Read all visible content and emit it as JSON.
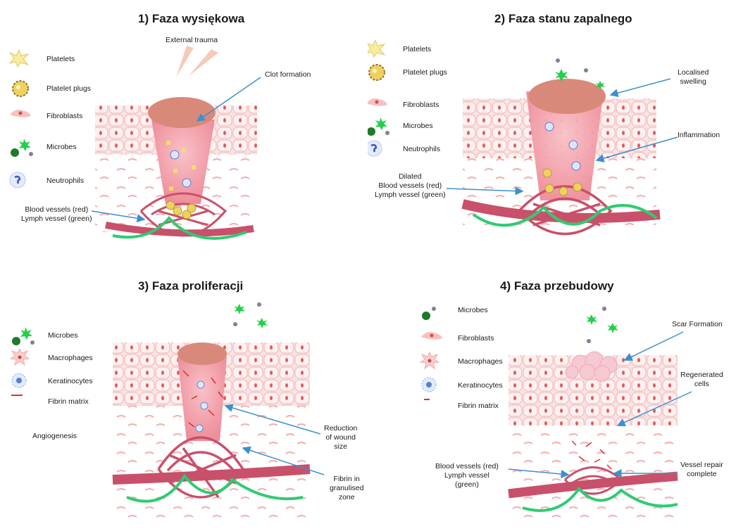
{
  "panels": [
    {
      "title": "1) Faza wysiękowa",
      "legend": [
        {
          "icon": "platelet-icon",
          "label": "Platelets"
        },
        {
          "icon": "platelet-plug-icon",
          "label": "Platelet plugs"
        },
        {
          "icon": "fibroblast-icon",
          "label": "Fibroblasts"
        },
        {
          "icon": "microbe-icon",
          "label": "Microbes"
        },
        {
          "icon": "neutrophil-icon",
          "label": "Neutrophils"
        }
      ],
      "annotations": {
        "trauma": "External trauma",
        "clot": "Clot formation",
        "vessels_l1": "Blood vessels (red)",
        "vessels_l2": "Lymph vessel (green)"
      }
    },
    {
      "title": "2) Faza stanu zapalnego",
      "legend": [
        {
          "icon": "platelet-icon",
          "label": "Platelets"
        },
        {
          "icon": "platelet-plug-icon",
          "label": "Platelet plugs"
        },
        {
          "icon": "fibroblast-icon",
          "label": "Fibroblasts"
        },
        {
          "icon": "microbe-icon",
          "label": "Microbes"
        },
        {
          "icon": "neutrophil-icon",
          "label": "Neutrophils"
        }
      ],
      "annotations": {
        "swelling_l1": "Localised",
        "swelling_l2": "swelling",
        "inflammation": "Inflammation",
        "dilated_l1": "Dilated",
        "dilated_l2": "Blood vessels (red)",
        "dilated_l3": "Lymph vessel (green)"
      }
    },
    {
      "title": "3) Faza proliferacji",
      "legend": [
        {
          "icon": "microbe-icon",
          "label": "Microbes"
        },
        {
          "icon": "macrophage-icon",
          "label": "Macrophages"
        },
        {
          "icon": "keratinocyte-icon",
          "label": "Keratinocytes"
        },
        {
          "icon": "fibrin-icon",
          "label": "Fibrin matrix"
        }
      ],
      "angiogenesis": "Angiogenesis",
      "annotations": {
        "reduction_l1": "Reduction",
        "reduction_l2": "of wound",
        "reduction_l3": "size",
        "fibrin_l1": "Fibrin in",
        "fibrin_l2": "granulised",
        "fibrin_l3": "zone"
      }
    },
    {
      "title": "4) Faza przebudowy",
      "legend": [
        {
          "icon": "microbe-icon",
          "label": "Microbes"
        },
        {
          "icon": "fibroblast-icon",
          "label": "Fibroblasts"
        },
        {
          "icon": "macrophage-icon",
          "label": "Macrophages"
        },
        {
          "icon": "keratinocyte-icon",
          "label": "Keratinocytes"
        },
        {
          "icon": "fibrin-icon",
          "label": "Fibrin matrix"
        }
      ],
      "annotations": {
        "scar": "Scar Formation",
        "regen_l1": "Regenerated",
        "regen_l2": "cells",
        "vessels_l1": "Blood vessels (red)",
        "vessels_l2": "Lymph vessel",
        "vessels_l3": "(green)",
        "repair_l1": "Vessel repair",
        "repair_l2": "complete"
      }
    }
  ],
  "colors": {
    "arrow": "#3d8fcf",
    "skin": "#f7d4d4",
    "skin_line": "#f0b2b2",
    "wound": "#f4a0a8",
    "clot": "#d9897a",
    "vessel": "#c9506a",
    "lymph": "#2ecc71",
    "platelet": "#f6e7a0"
  }
}
